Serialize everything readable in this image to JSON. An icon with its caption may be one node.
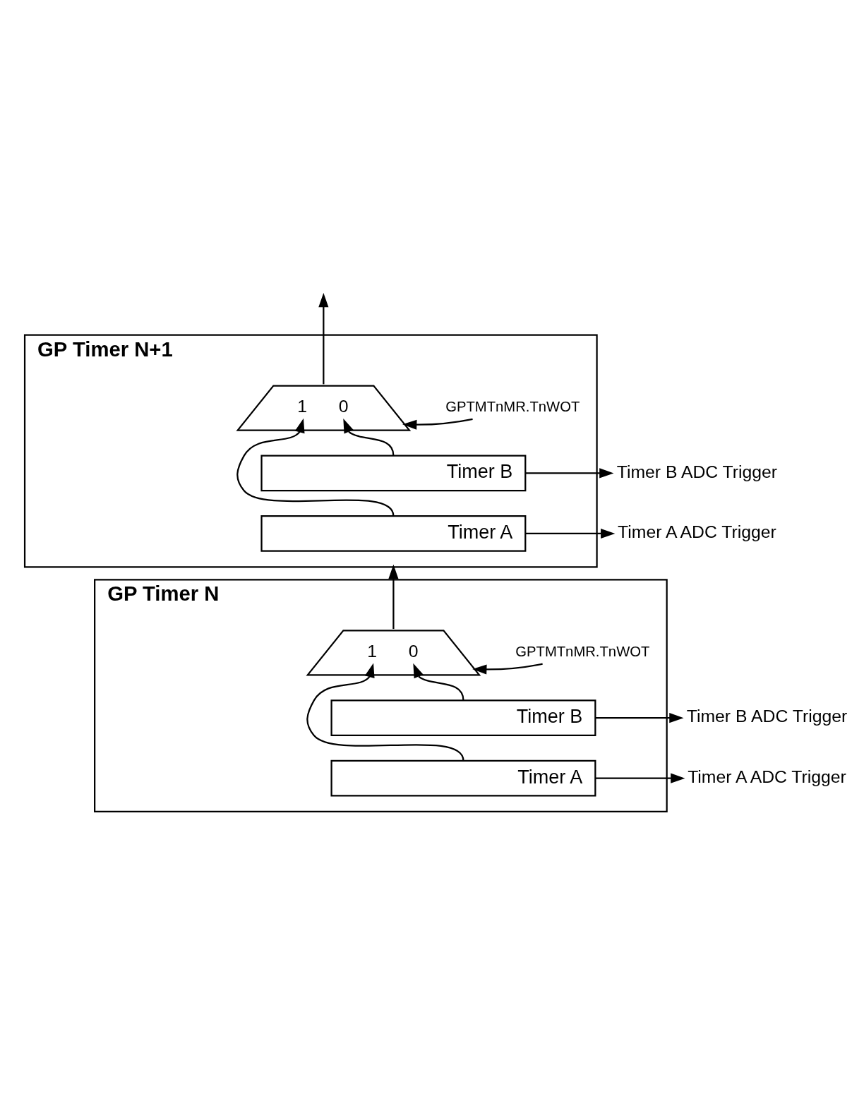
{
  "diagram": {
    "nodes": [
      {
        "text": [
          "GP Timer N+1"
        ]
      },
      {
        "text": [
          "1",
          "0"
        ],
        "in": 0
      },
      {
        "text": [
          "Timer B"
        ],
        "in": 0
      },
      {
        "text": [
          "Timer A"
        ],
        "in": 0
      },
      {
        "text": [
          "GPTMTnMR.TnWOT"
        ],
        "in": 0
      },
      {
        "text": [
          "Timer B ADC Trigger"
        ]
      },
      {
        "text": [
          "Timer A ADC Trigger"
        ]
      },
      {
        "text": [
          "GP Timer N"
        ]
      },
      {
        "text": [
          "1",
          "0"
        ],
        "in": 7
      },
      {
        "text": [
          "Timer B"
        ],
        "in": 7
      },
      {
        "text": [
          "Timer A"
        ],
        "in": 7
      },
      {
        "text": [
          "GPTMTnMR.TnWOT"
        ],
        "in": 7
      },
      {
        "text": [
          "Timer B ADC Trigger"
        ]
      },
      {
        "text": [
          "Timer A ADC Trigger"
        ]
      }
    ],
    "edges": [
      {
        "from": 1,
        "to": null,
        "arrow": "to"
      },
      {
        "from": 4,
        "to": 1,
        "arrow": "to"
      },
      {
        "from": 3,
        "to": 1,
        "arrow": "to"
      },
      {
        "from": 2,
        "to": 1,
        "arrow": "to"
      },
      {
        "from": 2,
        "to": 5,
        "arrow": "to"
      },
      {
        "from": 3,
        "to": 6,
        "arrow": "to"
      },
      {
        "from": 8,
        "to": 0,
        "arrow": "to"
      },
      {
        "from": 11,
        "to": 8,
        "arrow": "to"
      },
      {
        "from": 10,
        "to": 8,
        "arrow": "to"
      },
      {
        "from": 9,
        "to": 8,
        "arrow": "to"
      },
      {
        "from": 9,
        "to": 12,
        "arrow": "to"
      },
      {
        "from": 10,
        "to": 13,
        "arrow": "to"
      }
    ]
  }
}
